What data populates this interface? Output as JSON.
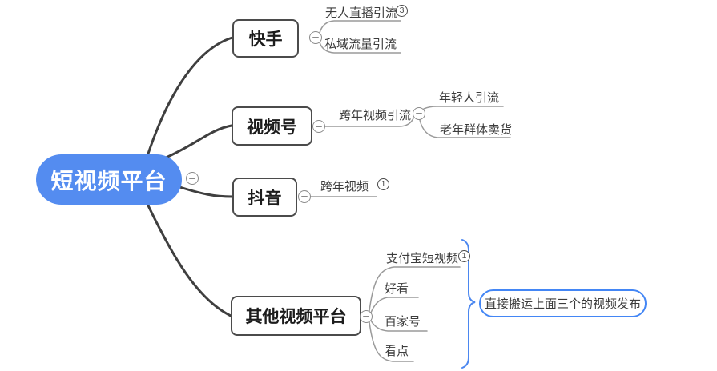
{
  "root": {
    "label": "短视频平台"
  },
  "branches": [
    {
      "label": "快手",
      "children": [
        {
          "label": "无人直播引流",
          "marker": "3"
        },
        {
          "label": "私域流量引流"
        }
      ]
    },
    {
      "label": "视频号",
      "children": [
        {
          "label": "跨年视频引流",
          "children": [
            {
              "label": "年轻人引流"
            },
            {
              "label": "老年群体卖货"
            }
          ]
        }
      ]
    },
    {
      "label": "抖音",
      "children": [
        {
          "label": "跨年视频",
          "marker": "1"
        }
      ]
    },
    {
      "label": "其他视频平台",
      "children": [
        {
          "label": "支付宝短视频",
          "marker": "1"
        },
        {
          "label": "好看"
        },
        {
          "label": "百家号"
        },
        {
          "label": "看点"
        }
      ]
    }
  ],
  "callout": {
    "label": "直接搬运上面三个的视频发布"
  },
  "icons": {
    "collapse": "minus-circle",
    "summary": "curly-brace"
  },
  "colors": {
    "root_fill": "#548CF0",
    "root_text": "#ffffff",
    "topic_border": "#4b4b4b",
    "topic_text": "#1c1c1c",
    "branch_dark": "#3f3f3f",
    "branch_gray": "#9a9a9a",
    "marker": "#4a4a4a",
    "accent_blue": "#4386f5",
    "background": "#ffffff"
  }
}
